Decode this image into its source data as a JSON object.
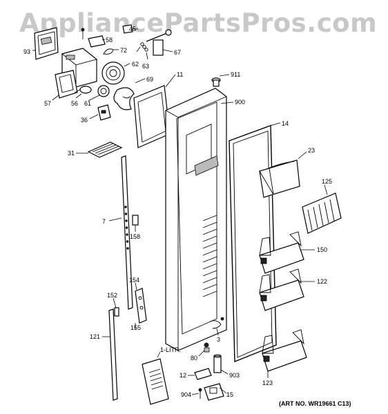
{
  "watermark": "AppliancePartsPros.com",
  "art_number": "(ART NO. WR19661 C13)",
  "labels": {
    "p45": "45",
    "p93": "93",
    "p58": "58",
    "p72": "72",
    "p67": "67",
    "p63": "63",
    "p62": "62",
    "p11": "11",
    "p911": "911",
    "p69": "69",
    "p57": "57",
    "p56": "56",
    "p61": "61",
    "p900": "900",
    "p36": "36",
    "p14": "14",
    "p31": "31",
    "p23": "23",
    "p125": "125",
    "p7": "7",
    "p158": "158",
    "p150": "150",
    "p154": "154",
    "p152": "152",
    "p122": "122",
    "p155": "155",
    "p3": "3",
    "p121": "121",
    "p1litr": "1-LITR.",
    "p80": "80",
    "p903": "903",
    "p12": "12",
    "p123": "123",
    "p904": "904",
    "p15": "15"
  }
}
